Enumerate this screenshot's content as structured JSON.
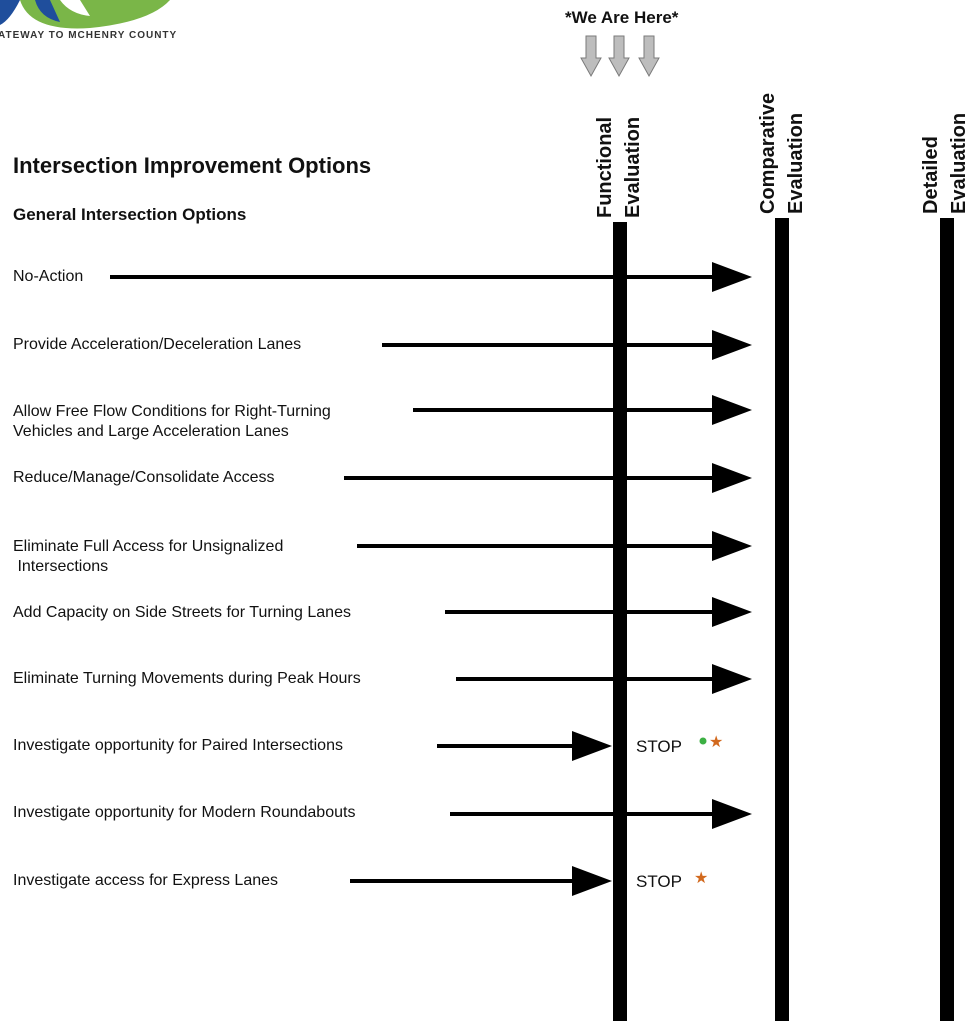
{
  "header": {
    "logo_tagline": "ATEWAY TO MCHENRY COUNTY",
    "we_are_here": "*We Are Here*"
  },
  "title": "Intersection Improvement Options",
  "subtitle": "General Intersection Options",
  "stages": [
    {
      "line1": "Functional",
      "line2": "Evaluation"
    },
    {
      "line1": "Comparative",
      "line2": "Evaluation"
    },
    {
      "line1": "Detailed",
      "line2": "Evaluation"
    }
  ],
  "options": [
    {
      "line1": "No-Action",
      "line2": "",
      "outcome": "advance"
    },
    {
      "line1": "Provide Acceleration/Deceleration Lanes",
      "line2": "",
      "outcome": "advance"
    },
    {
      "line1": "Allow Free Flow Conditions for Right-Turning",
      "line2": "Vehicles and Large Acceleration Lanes",
      "outcome": "advance"
    },
    {
      "line1": "Reduce/Manage/Consolidate Access",
      "line2": "",
      "outcome": "advance"
    },
    {
      "line1": "Eliminate Full Access for Unsignalized",
      "line2": " Intersections",
      "outcome": "advance"
    },
    {
      "line1": "Add Capacity on Side Streets for Turning Lanes",
      "line2": "",
      "outcome": "advance"
    },
    {
      "line1": "Eliminate Turning Movements during Peak Hours",
      "line2": "",
      "outcome": "advance"
    },
    {
      "line1": "Investigate opportunity for Paired Intersections",
      "line2": "",
      "outcome": "stop",
      "stop_label": "STOP",
      "markers": [
        "green-dot",
        "orange-star"
      ]
    },
    {
      "line1": "Investigate opportunity for Modern Roundabouts",
      "line2": "",
      "outcome": "advance"
    },
    {
      "line1": "Investigate access for Express Lanes",
      "line2": "",
      "outcome": "stop",
      "stop_label": "STOP",
      "markers": [
        "orange-star"
      ]
    }
  ],
  "colors": {
    "bar": "#000000",
    "down_arrow": "#bdbdbd",
    "green_marker": "#3cb043",
    "orange_marker": "#d2691e",
    "logo_blue": "#1f4e9c",
    "logo_green": "#7ab648"
  }
}
